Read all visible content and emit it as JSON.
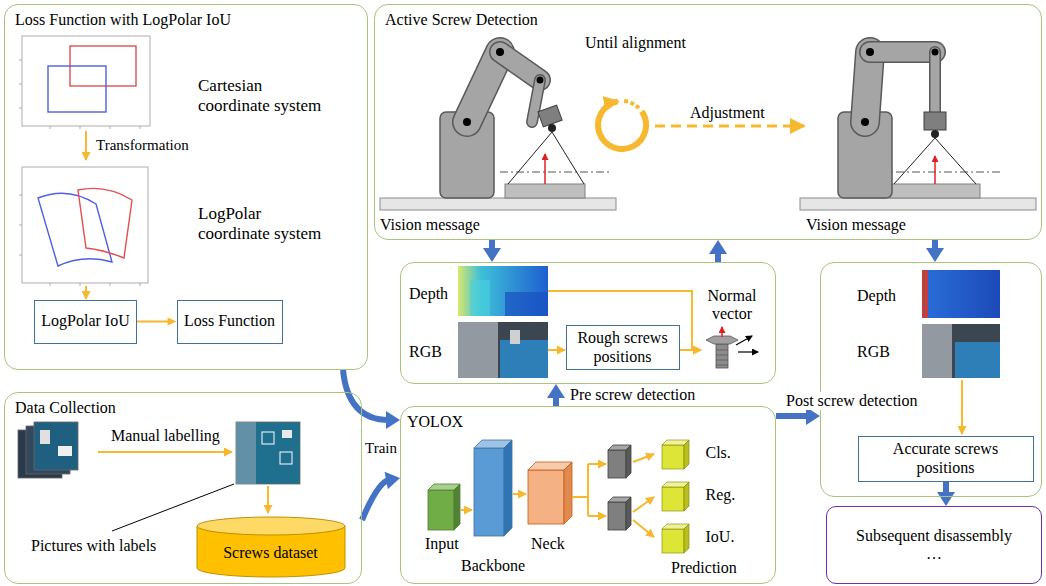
{
  "diagram": {
    "nodes": [
      {
        "text": [
          "Loss Function with LogPolar IoU"
        ]
      },
      {
        "text": [
          "LogPolar IoU"
        ],
        "in": 0
      },
      {
        "text": [
          "Loss Function"
        ],
        "in": 0
      },
      {
        "text": [
          "Active Screw Detection"
        ]
      },
      {
        "text": [
          "Depth",
          "RGB",
          "Normal vector"
        ]
      },
      {
        "text": [
          "Rough screws positions"
        ],
        "in": 4
      },
      {
        "text": [
          "Depth",
          "RGB"
        ]
      },
      {
        "text": [
          "Accurate screws positions"
        ],
        "in": 6
      },
      {
        "text": [
          "Data Collection",
          "Manual labelling",
          "Pictures with labels"
        ]
      },
      {
        "text": [
          "Screws dataset"
        ],
        "in": 8
      },
      {
        "text": [
          "YOLOX",
          "Input",
          "Backbone",
          "Neck",
          "Prediction"
        ]
      },
      {
        "text": [
          "Cls."
        ],
        "in": 10
      },
      {
        "text": [
          "Reg."
        ],
        "in": 10
      },
      {
        "text": [
          "IoU."
        ],
        "in": 10
      },
      {
        "text": [
          "Subsequent disassembly",
          "…"
        ]
      }
    ],
    "edges": [
      {
        "from": 0,
        "to": 10,
        "arrow": "to"
      },
      {
        "from": 8,
        "to": 10,
        "arrow": "to"
      },
      {
        "from": 1,
        "to": 2,
        "arrow": "to"
      },
      {
        "from": 3,
        "to": 4,
        "arrow": "to"
      },
      {
        "from": 4,
        "to": 3,
        "arrow": "to"
      },
      {
        "from": 3,
        "to": 6,
        "arrow": "to"
      },
      {
        "from": 10,
        "to": 4,
        "arrow": "to",
        "label": "Pre screw detection"
      },
      {
        "from": 10,
        "to": 6,
        "arrow": "to",
        "label": "Post screw detection"
      },
      {
        "from": 7,
        "to": 14,
        "arrow": "to"
      }
    ],
    "labels": [
      "Cartesian coordinate system",
      "Transformation",
      "LogPolar coordinate system",
      "Until alignment",
      "Adjustment",
      "Vision message",
      "Vision message",
      "Train"
    ]
  }
}
